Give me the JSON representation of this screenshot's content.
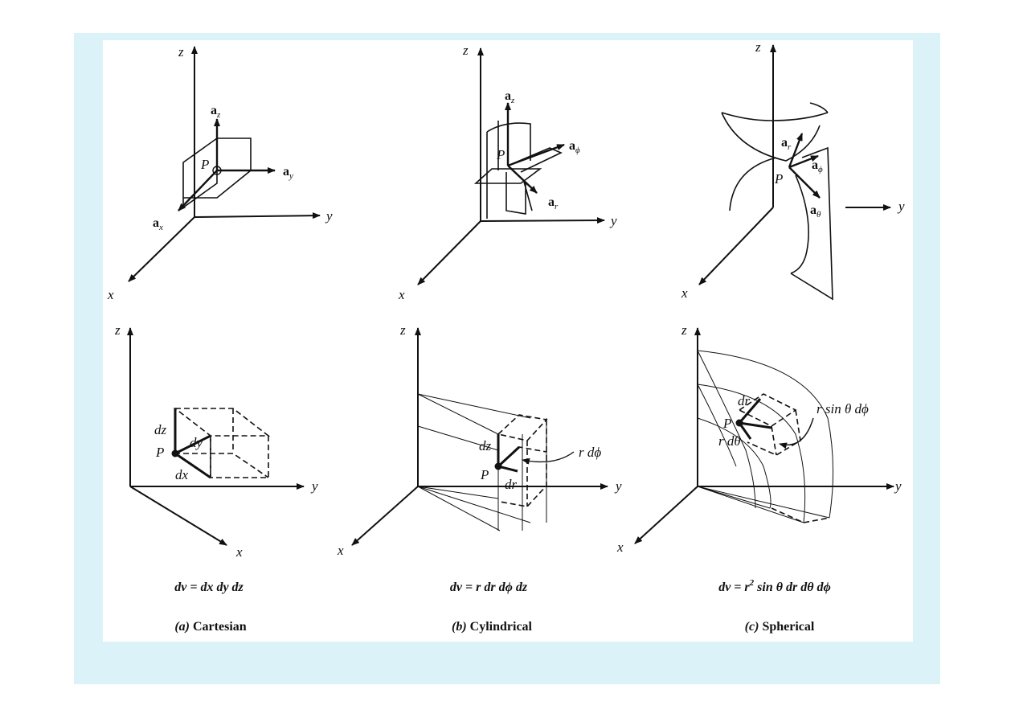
{
  "axes": {
    "x": "x",
    "y": "y",
    "z": "z"
  },
  "point_label": "P",
  "vectors": {
    "cartesian": {
      "x": "a",
      "x_sub": "x",
      "y": "a",
      "y_sub": "y",
      "z": "a",
      "z_sub": "z"
    },
    "cylindrical": {
      "r": "a",
      "r_sub": "r",
      "phi": "a",
      "phi_sub": "ϕ",
      "z": "a",
      "z_sub": "z"
    },
    "spherical": {
      "r": "a",
      "r_sub": "r",
      "phi": "a",
      "phi_sub": "ϕ",
      "theta": "a",
      "theta_sub": "θ"
    }
  },
  "differentials": {
    "cartesian": {
      "dx": "dx",
      "dy": "dy",
      "dz": "dz"
    },
    "cylindrical": {
      "dz": "dz",
      "dr": "dr",
      "rdphi": "r dϕ"
    },
    "spherical": {
      "dr": "dr",
      "rdtheta": "r dθ",
      "rsinthetadphi": "r sin θ dϕ"
    }
  },
  "formulas": {
    "cartesian": "dv = dx dy dz",
    "cylindrical": "dv = r dr dϕ dz",
    "spherical_prefix": "dv = r",
    "spherical_exp": "2",
    "spherical_suffix": " sin θ dr dθ dϕ"
  },
  "captions": {
    "a_letter": "(a)",
    "a_text": " Cartesian",
    "b_letter": "(b)",
    "b_text": " Cylindrical",
    "c_letter": "(c)",
    "c_text": " Spherical"
  }
}
